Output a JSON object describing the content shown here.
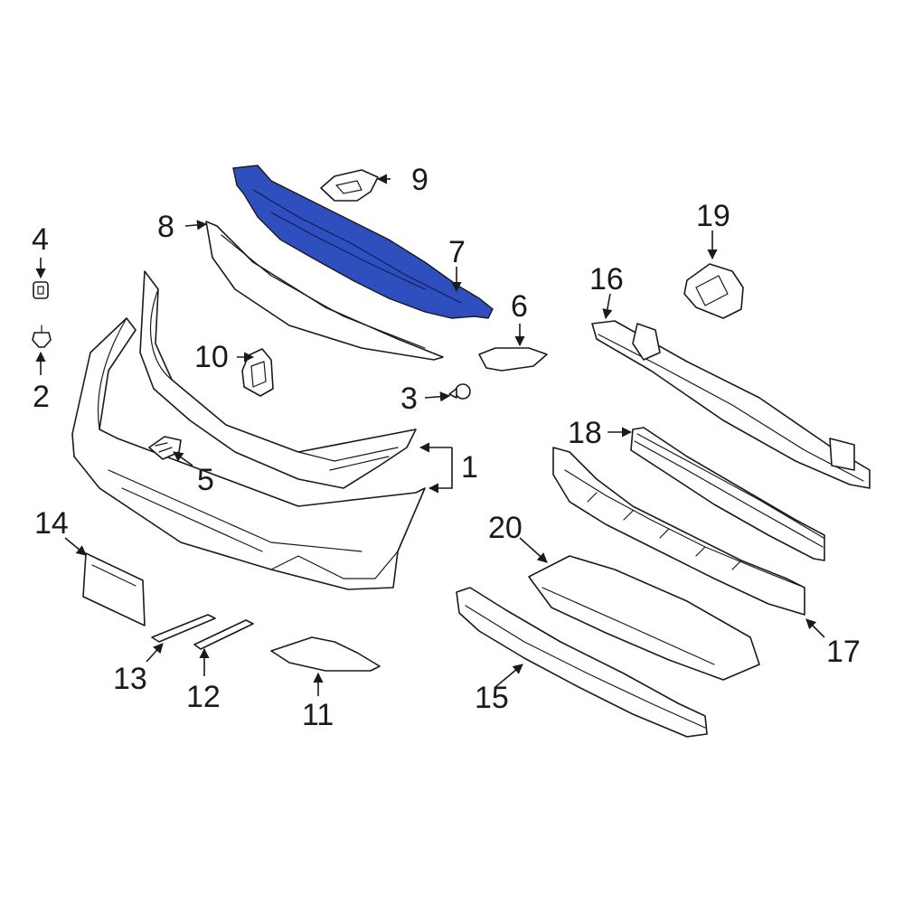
{
  "diagram": {
    "highlight_color": "#2f4fbf",
    "line_color": "#1a1a1a",
    "callouts": {
      "c1": "1",
      "c2": "2",
      "c3": "3",
      "c4": "4",
      "c5": "5",
      "c6": "6",
      "c7": "7",
      "c8": "8",
      "c9": "9",
      "c10": "10",
      "c11": "11",
      "c12": "12",
      "c13": "13",
      "c14": "14",
      "c15": "15",
      "c16": "16",
      "c17": "17",
      "c18": "18",
      "c19": "19",
      "c20": "20"
    },
    "highlighted_part": "7"
  }
}
